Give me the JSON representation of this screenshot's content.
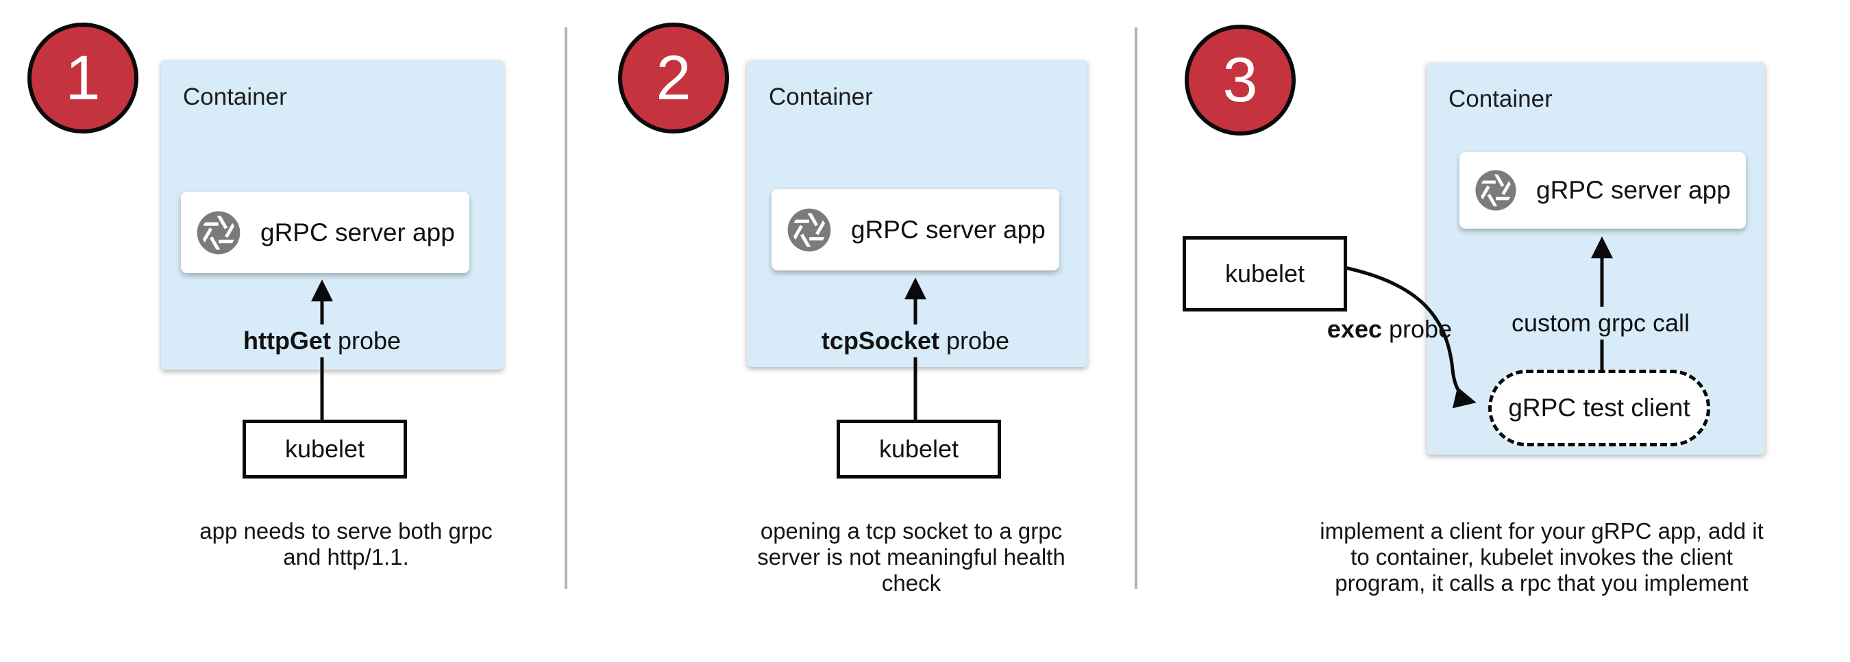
{
  "diagram": {
    "colors": {
      "container_fill": "#d7ecf8",
      "step_circle_fill": "#c4333e",
      "icon_gray": "#7b7b7b",
      "divider_gray": "#b3b3b3",
      "arrow_black": "#0a0a0a"
    },
    "panels": [
      {
        "step_number": "1",
        "container_label": "Container",
        "app_label": "gRPC server app",
        "probe_label_bold": "httpGet",
        "probe_label_rest": " probe",
        "kubelet_label": "kubelet",
        "caption_lines": [
          "app needs to serve both grpc",
          "and http/1.1."
        ]
      },
      {
        "step_number": "2",
        "container_label": "Container",
        "app_label": "gRPC server app",
        "probe_label_bold": "tcpSocket",
        "probe_label_rest": " probe",
        "kubelet_label": "kubelet",
        "caption_lines": [
          "opening a tcp socket to a grpc",
          "server is not meaningful health",
          "check"
        ]
      },
      {
        "step_number": "3",
        "container_label": "Container",
        "app_label": "gRPC server app",
        "probe_label_bold": "exec",
        "probe_label_rest": " probe",
        "kubelet_label": "kubelet",
        "grpc_call_label": "custom grpc call",
        "test_client_label": "gRPC test client",
        "caption_lines": [
          "implement a client for your gRPC app, add it",
          "to container, kubelet invokes the client",
          "program, it calls a rpc that you implement"
        ]
      }
    ]
  }
}
